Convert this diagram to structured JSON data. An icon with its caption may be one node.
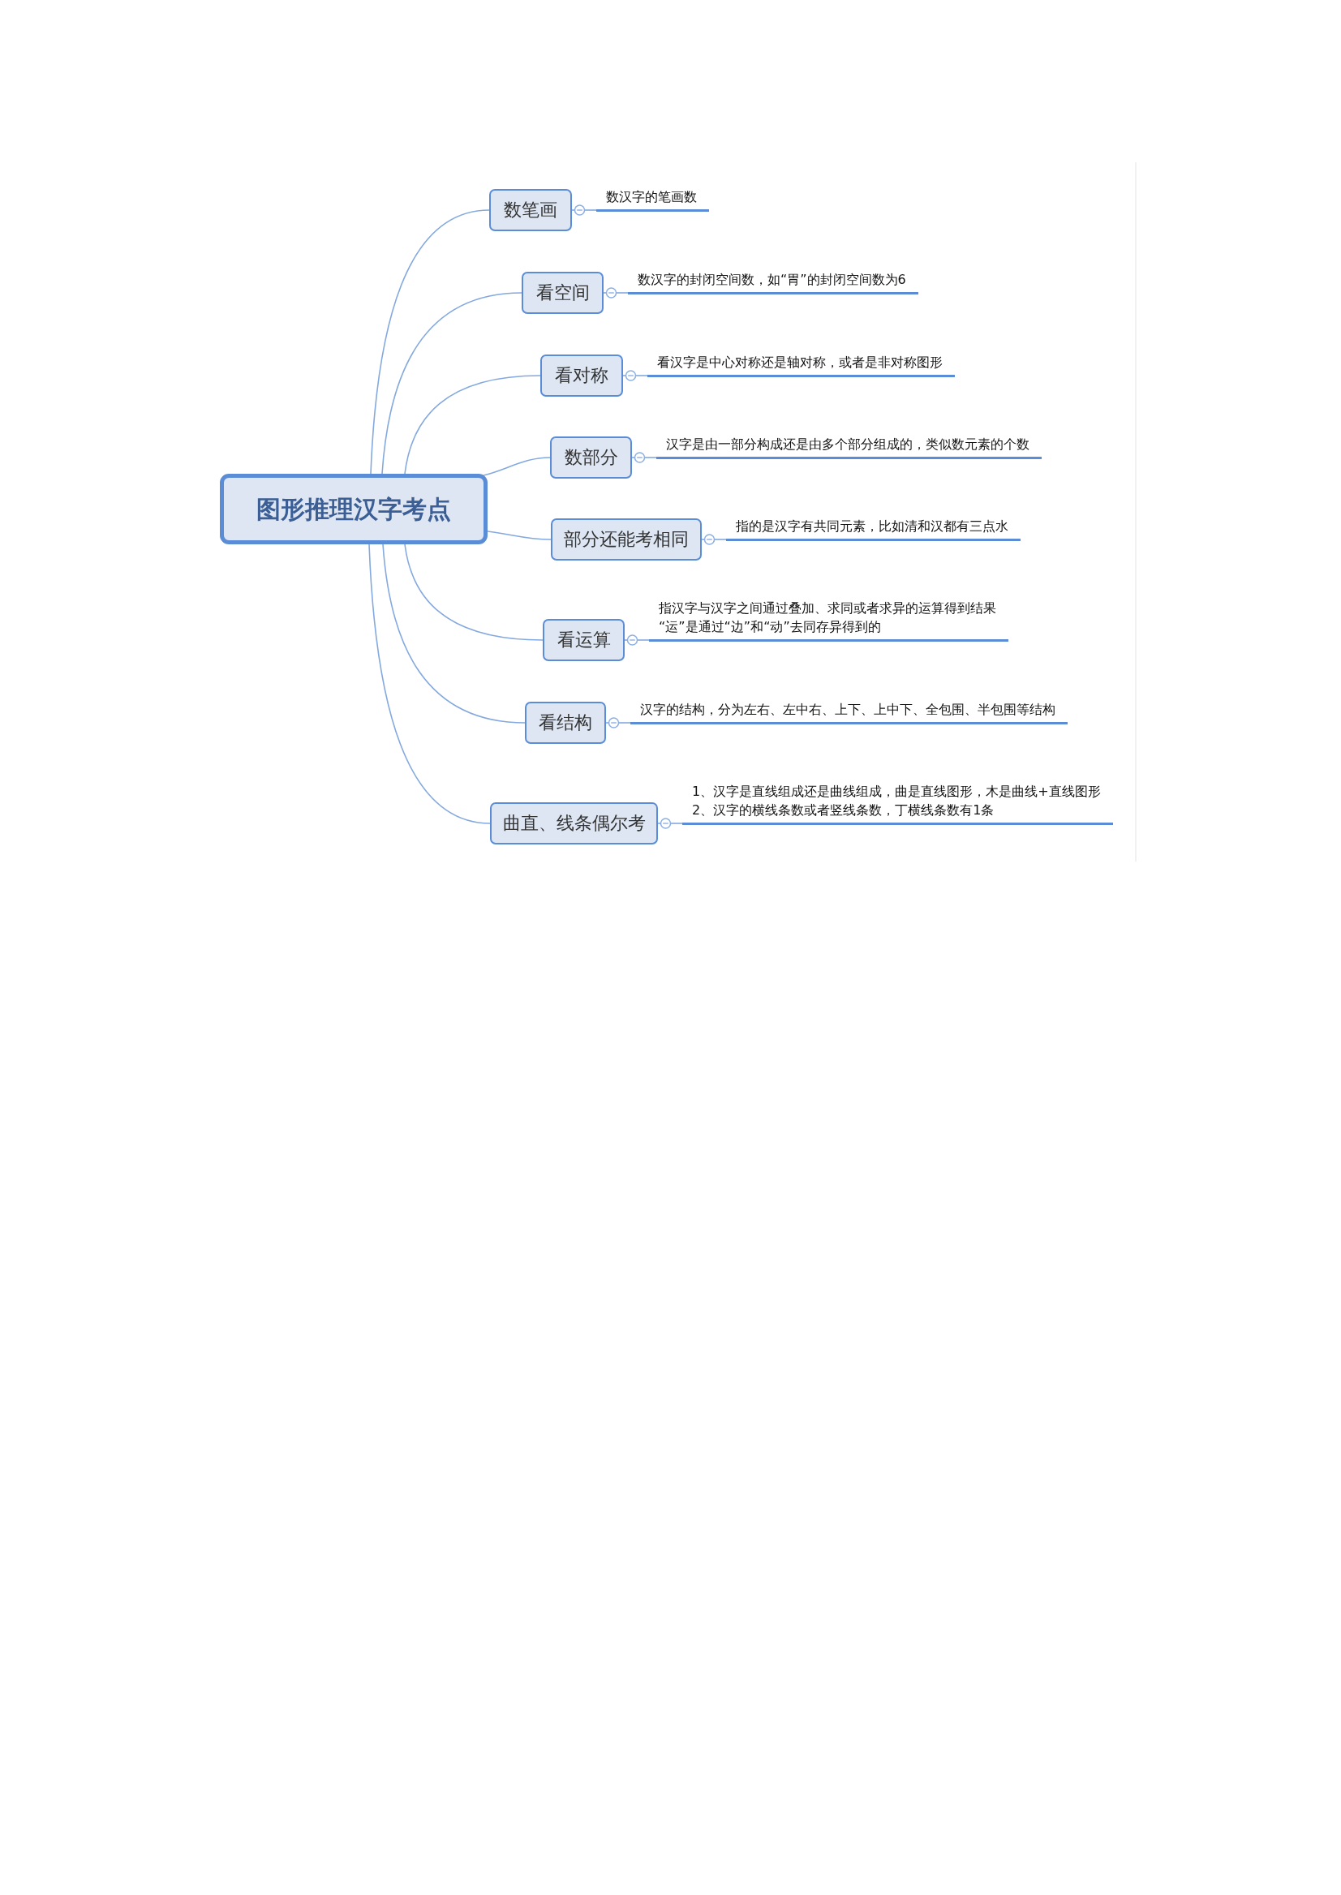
{
  "diagram": {
    "nodes": [
      {
        "text": [
          "图形推理汉字考点"
        ]
      },
      {
        "text": [
          "数笔画"
        ]
      },
      {
        "text": [
          "数汉字的笔画数"
        ]
      },
      {
        "text": [
          "看空间"
        ]
      },
      {
        "text": [
          "数汉字的封闭空间数，如“胃”的封闭空间数为6"
        ]
      },
      {
        "text": [
          "看对称"
        ]
      },
      {
        "text": [
          "看汉字是中心对称还是轴对称，或者是非对称图形"
        ]
      },
      {
        "text": [
          "数部分"
        ]
      },
      {
        "text": [
          "汉字是由一部分构成还是由多个部分组成的，类似数元素的个数"
        ]
      },
      {
        "text": [
          "部分还能考相同"
        ]
      },
      {
        "text": [
          "指的是汉字有共同元素，比如清和汉都有三点水"
        ]
      },
      {
        "text": [
          "看运算"
        ]
      },
      {
        "text": [
          "指汉字与汉字之间通过叠加、求同或者求异的运算得到结果",
          "“运”是通过“边”和“动”去同存异得到的"
        ]
      },
      {
        "text": [
          "看结构"
        ]
      },
      {
        "text": [
          "汉字的结构，分为左右、左中右、上下、上中下、全包围、半包围等结构"
        ]
      },
      {
        "text": [
          "曲直、线条偶尔考"
        ]
      },
      {
        "text": [
          "1、汉字是直线组成还是曲线组成，曲是直线图形，木是曲线+直线图形",
          "2、汉字的横线条数或者竖线条数，丁横线条数有1条"
        ]
      }
    ],
    "edges": [
      {
        "from": 0,
        "to": 1,
        "arrow": "none"
      },
      {
        "from": 1,
        "to": 2,
        "arrow": "other"
      },
      {
        "from": 0,
        "to": 3,
        "arrow": "none"
      },
      {
        "from": 3,
        "to": 4,
        "arrow": "other"
      },
      {
        "from": 0,
        "to": 5,
        "arrow": "none"
      },
      {
        "from": 5,
        "to": 6,
        "arrow": "other"
      },
      {
        "from": 0,
        "to": 7,
        "arrow": "none"
      },
      {
        "from": 7,
        "to": 8,
        "arrow": "other"
      },
      {
        "from": 0,
        "to": 9,
        "arrow": "none"
      },
      {
        "from": 9,
        "to": 10,
        "arrow": "other"
      },
      {
        "from": 0,
        "to": 11,
        "arrow": "none"
      },
      {
        "from": 11,
        "to": 12,
        "arrow": "other"
      },
      {
        "from": 0,
        "to": 13,
        "arrow": "none"
      },
      {
        "from": 13,
        "to": 14,
        "arrow": "other"
      },
      {
        "from": 0,
        "to": 15,
        "arrow": "none"
      },
      {
        "from": 15,
        "to": 16,
        "arrow": "other"
      }
    ]
  }
}
